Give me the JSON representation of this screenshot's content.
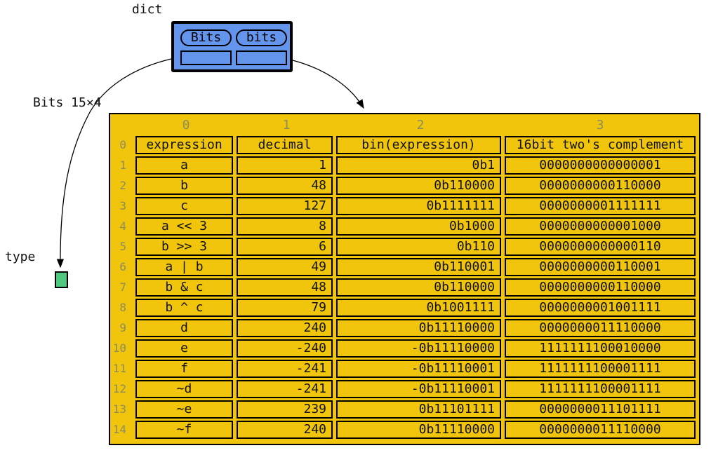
{
  "labels": {
    "dict": "dict",
    "table": "Bits 15×4",
    "type": "type"
  },
  "dict_node": {
    "keys": [
      "Bits",
      "bits"
    ]
  },
  "colors": {
    "table_fill": "#F0C50C",
    "dict_fill": "#6495ED",
    "type_fill": "#4EC87D",
    "index_label": "#8c8c5c"
  },
  "table": {
    "col_headers": [
      "0",
      "1",
      "2",
      "3"
    ],
    "row_headers": [
      "0",
      "1",
      "2",
      "3",
      "4",
      "5",
      "6",
      "7",
      "8",
      "9",
      "10",
      "11",
      "12",
      "13",
      "14"
    ],
    "rows": [
      [
        "expression",
        "decimal",
        "bin(expression)",
        "16bit two's complement"
      ],
      [
        "a",
        "1",
        "0b1",
        "0000000000000001"
      ],
      [
        "b",
        "48",
        "0b110000",
        "0000000000110000"
      ],
      [
        "c",
        "127",
        "0b1111111",
        "0000000001111111"
      ],
      [
        "a << 3",
        "8",
        "0b1000",
        "0000000000001000"
      ],
      [
        "b >> 3",
        "6",
        "0b110",
        "0000000000000110"
      ],
      [
        "a | b",
        "49",
        "0b110001",
        "0000000000110001"
      ],
      [
        "b & c",
        "48",
        "0b110000",
        "0000000000110000"
      ],
      [
        "b ^ c",
        "79",
        "0b1001111",
        "0000000001001111"
      ],
      [
        "d",
        "240",
        "0b11110000",
        "0000000011110000"
      ],
      [
        "e",
        "-240",
        "-0b11110000",
        "1111111100010000"
      ],
      [
        "f",
        "-241",
        "-0b11110001",
        "1111111100001111"
      ],
      [
        "~d",
        "-241",
        "-0b11110001",
        "1111111100001111"
      ],
      [
        "~e",
        "239",
        "0b11101111",
        "0000000011101111"
      ],
      [
        "~f",
        "240",
        "0b11110000",
        "0000000011110000"
      ]
    ]
  }
}
